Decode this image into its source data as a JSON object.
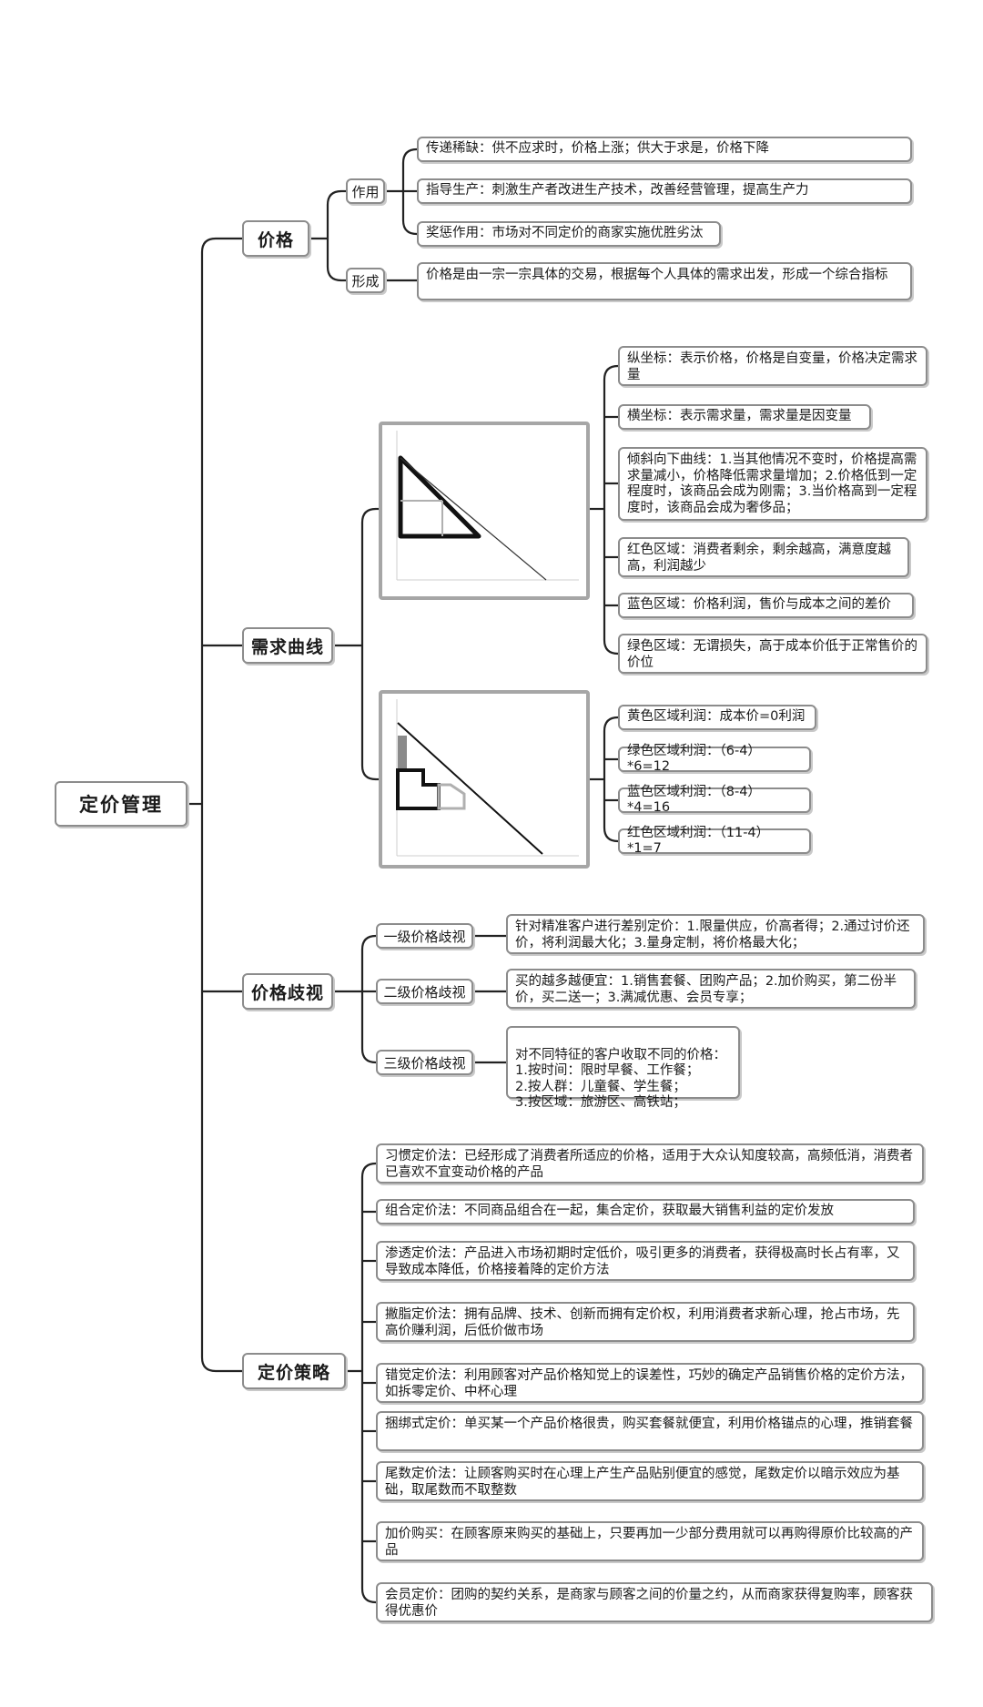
{
  "root": {
    "label": "定价管理"
  },
  "price": {
    "label": "价格",
    "function": {
      "label": "作用",
      "items": [
        "传递稀缺：供不应求时，价格上涨；供大于求是，价格下降",
        "指导生产：刺激生产者改进生产技术，改善经营管理，提高生产力",
        "奖惩作用：市场对不同定价的商家实施优胜劣汰"
      ]
    },
    "formation": {
      "label": "形成",
      "items": [
        "价格是由一宗一宗具体的交易，根据每个人具体的需求出发，形成一个综合指标"
      ]
    }
  },
  "demand": {
    "label": "需求曲线",
    "chart1_items": [
      "纵坐标：表示价格，价格是自变量，价格决定需求量",
      "横坐标：表示需求量，需求量是因变量",
      "倾斜向下曲线：1.当其他情况不变时，价格提高需求量减小，价格降低需求量增加；2.价格低到一定程度时，该商品会成为刚需；3.当价格高到一定程度时，该商品会成为奢侈品；",
      "红色区域：消费者剩余，剩余越高，满意度越高，利润越少",
      "蓝色区域：价格利润，售价与成本之间的差价",
      "绿色区域：无谓损失，高于成本价低于正常售价的价位"
    ],
    "chart2_items": [
      "黄色区域利润：成本价=0利润",
      "绿色区域利润：（6-4）*6=12",
      "蓝色区域利润：（8-4）*4=16",
      "红色区域利润：（11-4）*1=7"
    ]
  },
  "discrimination": {
    "label": "价格歧视",
    "levels": [
      {
        "label": "一级价格歧视",
        "text": "针对精准客户进行差别定价：1.限量供应，价高者得；2.通过讨价还价，将利润最大化；3.量身定制，将价格最大化；"
      },
      {
        "label": "二级价格歧视",
        "text": "买的越多越便宜：1.销售套餐、团购产品；2.加价购买，第二份半价，买二送一；3.满减优惠、会员专享；"
      },
      {
        "label": "三级价格歧视",
        "text": "对不同特征的客户收取不同的价格：\n1.按时间：限时早餐、工作餐；\n2.按人群：儿童餐、学生餐；\n3.按区域：旅游区、高铁站；"
      }
    ]
  },
  "strategy": {
    "label": "定价策略",
    "items": [
      "习惯定价法：已经形成了消费者所适应的价格，适用于大众认知度较高，高频低消，消费者已喜欢不宜变动价格的产品",
      "组合定价法：不同商品组合在一起，集合定价，获取最大销售利益的定价发放",
      "渗透定价法：产品进入市场初期时定低价，吸引更多的消费者，获得极高时长占有率，又导致成本降低，价格接着降的定价方法",
      "撇脂定价法：拥有品牌、技术、创新而拥有定价权，利用消费者求新心理，抢占市场，先高价赚利润，后低价做市场",
      "错觉定价法：利用顾客对产品价格知觉上的误差性，巧妙的确定产品销售价格的定价方法，如拆零定价、中杯心理",
      "捆绑式定价：单买某一个产品价格很贵，购买套餐就便宜，利用价格锚点的心理，推销套餐",
      "尾数定价法：让顾客购买时在心理上产生产品贴别便宜的感觉，尾数定价以暗示效应为基础，取尾数而不取整数",
      "加价购买：在顾客原来购买的基础上，只要再加一少部分费用就可以再购得原价比较高的产品",
      "会员定价：团购的契约关系，是商家与顾客之间的价量之约，从而商家获得复购率，顾客获得优惠价"
    ]
  },
  "colors": {
    "border": "#8c8c8c",
    "line": "#222222",
    "shade": "#b0b0b0"
  }
}
